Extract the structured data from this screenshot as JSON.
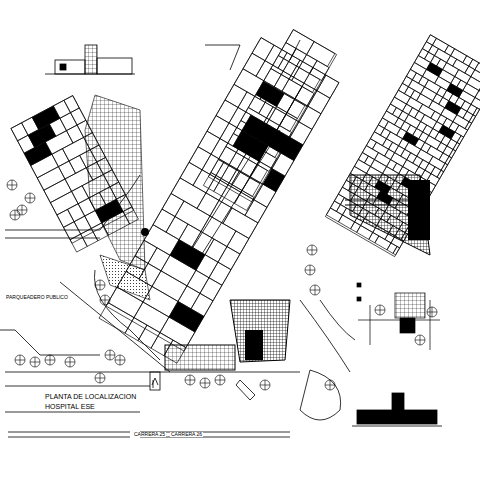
{
  "diagram": {
    "labels": [
      "PARQUEADERO PUBLICO",
      "PLANTA DE LOCALIZACION",
      "HOSPITAL ESE",
      "CARRERA 25",
      "CARRERA 26"
    ]
  }
}
